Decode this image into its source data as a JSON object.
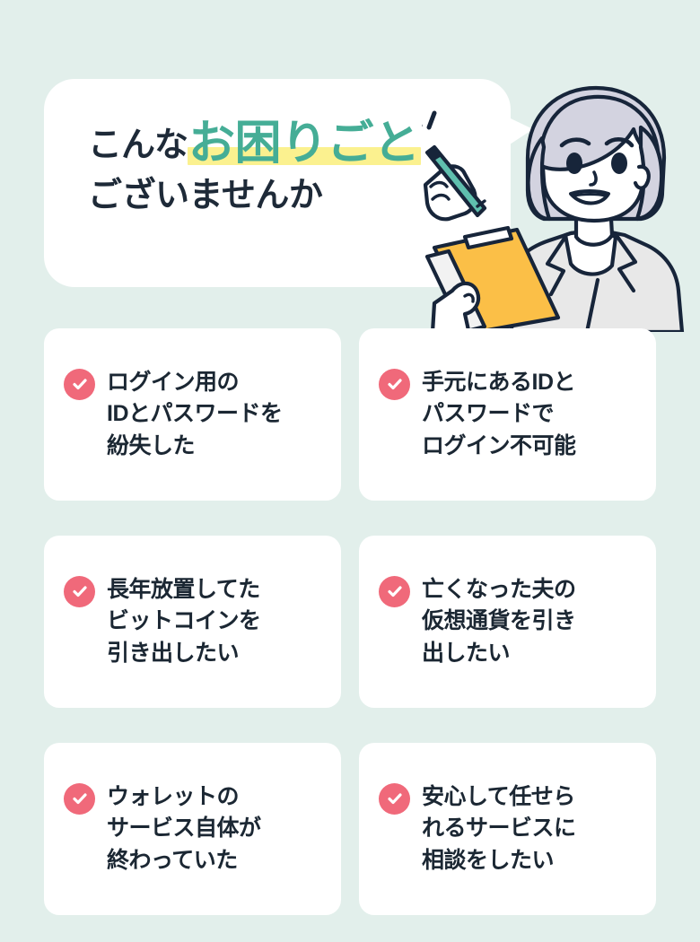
{
  "background_color": "#e2efeb",
  "hero": {
    "bubble_color": "#ffffff",
    "heading": {
      "lead_text": "こんな",
      "highlight_text": "お困りごと",
      "highlight_color": "#45ad96",
      "highlight_band_color": "#fbf18f",
      "second_line": "ございませんか",
      "text_color": "#1e2a38"
    },
    "illustration": {
      "name": "woman-with-clipboard-illustration",
      "hair_color": "#d3d3e0",
      "skin_color": "#ffffff",
      "jacket_color": "#e8e8e8",
      "clipboard_color": "#fbbf47",
      "pen_color": "#5fbfae",
      "outline_color": "#17253a",
      "sparkle_count": 3
    }
  },
  "cards": {
    "check_icon_color": "#f0697a",
    "check_icon_name": "check-circle-icon",
    "card_background": "#ffffff",
    "text_color": "#1b2733",
    "items": [
      {
        "id": "lost-login-credentials",
        "lines": [
          "ログイン用の",
          "IDとパスワードを",
          "紛失した"
        ]
      },
      {
        "id": "cannot-login-with-credentials",
        "lines": [
          "手元にあるIDと",
          "パスワードで",
          "ログイン不可能"
        ]
      },
      {
        "id": "withdraw-long-dormant-bitcoin",
        "lines": [
          "長年放置してた",
          "ビットコインを",
          "引き出したい"
        ]
      },
      {
        "id": "withdraw-deceased-husband-crypto",
        "lines": [
          "亡くなった夫の",
          "仮想通貨を引き",
          "出したい"
        ]
      },
      {
        "id": "wallet-service-shut-down",
        "lines": [
          "ウォレットの",
          "サービス自体が",
          "終わっていた"
        ]
      },
      {
        "id": "want-trustworthy-service-consult",
        "lines": [
          "安心して任せら",
          "れるサービスに",
          "相談をしたい"
        ]
      }
    ]
  }
}
